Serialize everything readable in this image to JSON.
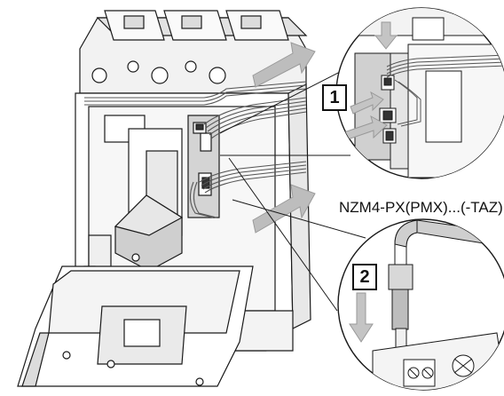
{
  "figure": {
    "product_label": "NZM4-PX(PMX)...(-TAZ)",
    "steps": [
      {
        "number": "1"
      },
      {
        "number": "2"
      }
    ]
  },
  "colors": {
    "line": "#1a1a1a",
    "housing_fill": "#ffffff",
    "shade_light": "#e6e6e6",
    "shade_mid": "#c8c8c8",
    "shade_dark": "#8a8a8a",
    "arrow_fill": "#bdbdbd",
    "arrow_stroke": "#9a9a9a"
  }
}
